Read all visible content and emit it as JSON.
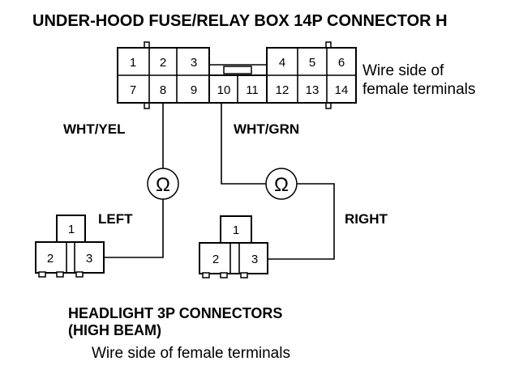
{
  "title": "UNDER-HOOD FUSE/RELAY BOX 14P CONNECTOR H",
  "fuse_box": {
    "top_row": [
      "1",
      "2",
      "3",
      "4",
      "5",
      "6"
    ],
    "bottom_row": [
      "7",
      "8",
      "9",
      "10",
      "11",
      "12",
      "13",
      "14"
    ],
    "note_line1": "Wire side of",
    "note_line2": "female terminals"
  },
  "wires": {
    "left": "WHT/YEL",
    "right": "WHT/GRN"
  },
  "meter_symbol": "Ω",
  "headlights": {
    "left_label": "LEFT",
    "right_label": "RIGHT",
    "pins": [
      "1",
      "2",
      "3"
    ],
    "title_line1": "HEADLIGHT 3P CONNECTORS",
    "title_line2": "(HIGH BEAM)",
    "note": "Wire side of female terminals"
  }
}
